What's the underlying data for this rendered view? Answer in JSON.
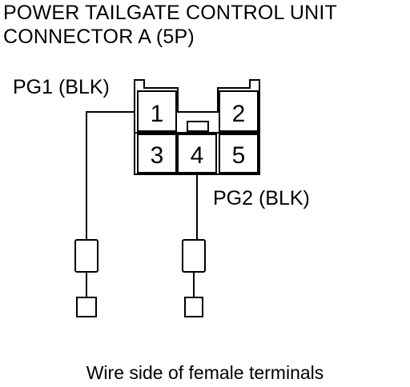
{
  "title": {
    "line1": "POWER TAILGATE CONTROL UNIT",
    "line2": "CONNECTOR A (5P)"
  },
  "connector": {
    "pins": {
      "p1": "1",
      "p2": "2",
      "p3": "3",
      "p4": "4",
      "p5": "5"
    }
  },
  "labels": {
    "pg1": "PG1 (BLK)",
    "pg2": "PG2 (BLK)"
  },
  "caption": "Wire side of female terminals"
}
